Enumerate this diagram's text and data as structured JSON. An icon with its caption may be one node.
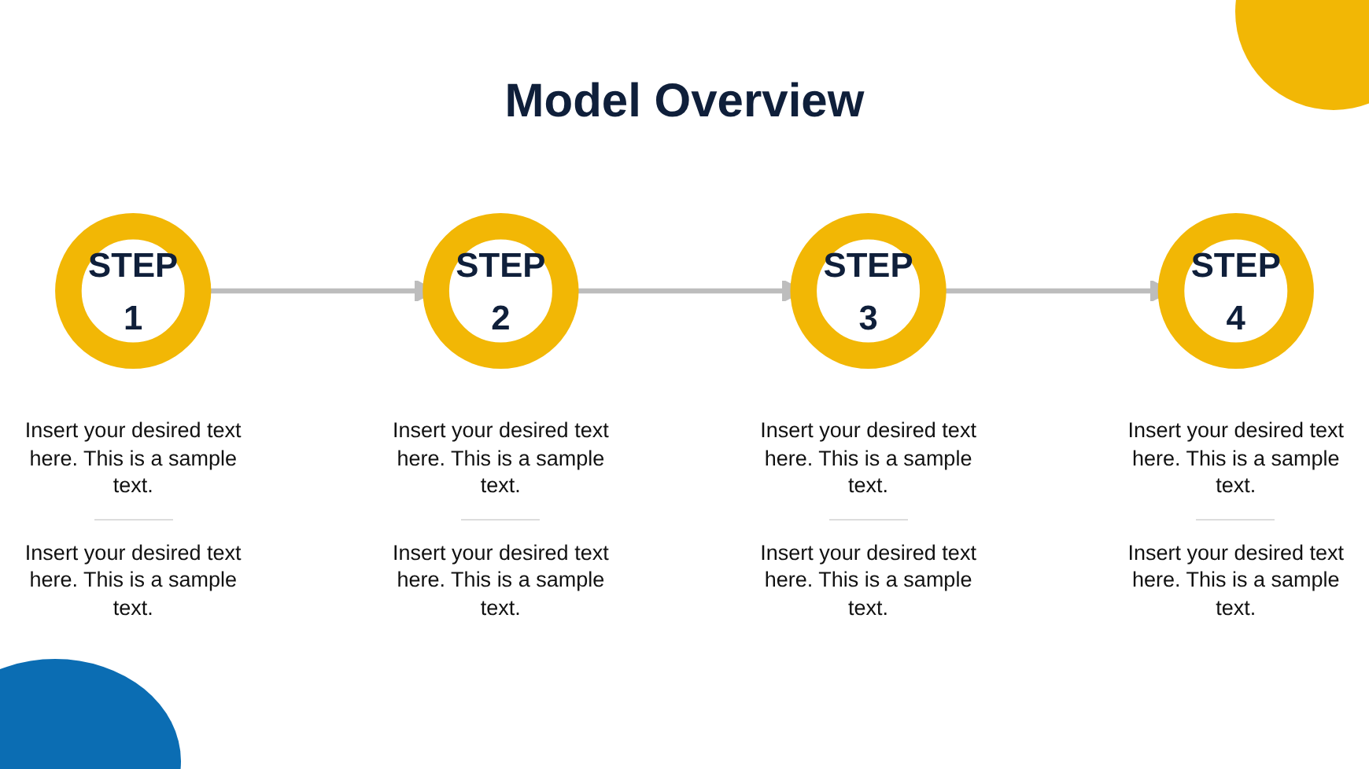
{
  "diagram": {
    "title": "Model Overview",
    "nodes": [
      {
        "text": [
          "STEP",
          "1"
        ],
        "beside": [
          "Insert your desired text here. This is a sample text.",
          "Insert your desired text here. This is a sample text."
        ]
      },
      {
        "text": [
          "STEP",
          "2"
        ],
        "beside": [
          "Insert your desired text here. This is a sample text.",
          "Insert your desired text here. This is a sample text."
        ]
      },
      {
        "text": [
          "STEP",
          "3"
        ],
        "beside": [
          "Insert your desired text here. This is a sample text.",
          "Insert your desired text here. This is a sample text."
        ]
      },
      {
        "text": [
          "STEP",
          "4"
        ],
        "beside": [
          "Insert your desired text here. This is a sample text.",
          "Insert your desired text here. This is a sample text."
        ]
      }
    ],
    "edges": [
      {
        "from": 0,
        "to": 1,
        "arrow": "to"
      },
      {
        "from": 1,
        "to": 2,
        "arrow": "to"
      },
      {
        "from": 2,
        "to": 3,
        "arrow": "to"
      }
    ]
  }
}
